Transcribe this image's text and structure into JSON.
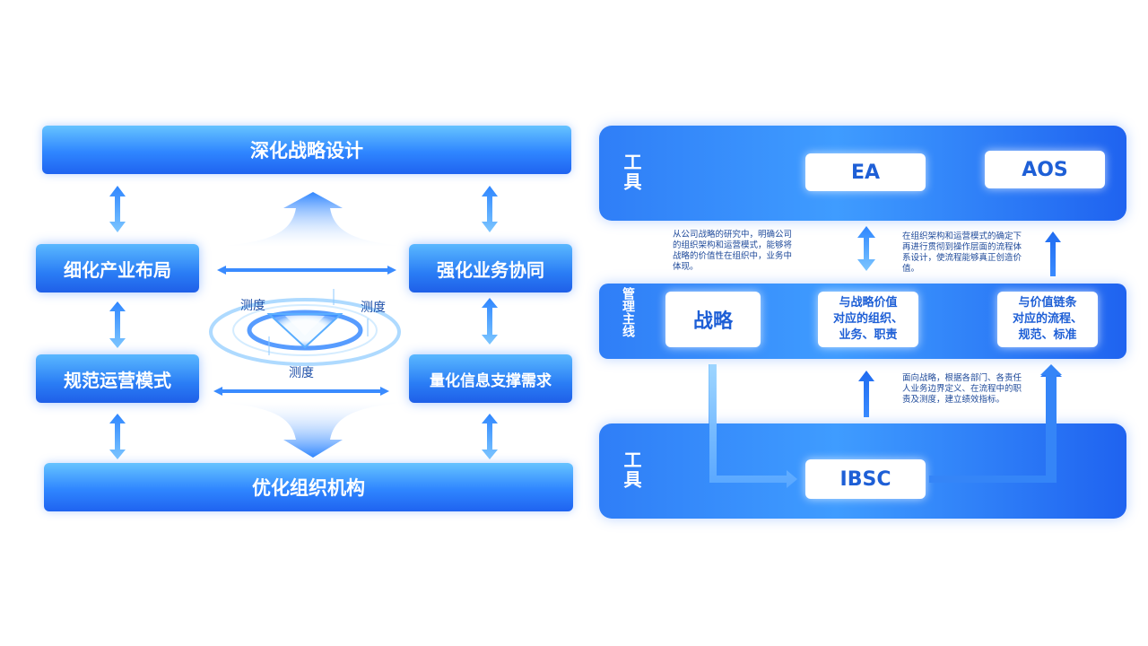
{
  "left": {
    "top_bar": "深化战略设计",
    "bottom_bar": "优化组织机构",
    "box_tl": "细化产业布局",
    "box_tr": "强化业务协同",
    "box_bl": "规范运营模式",
    "box_br": "量化信息支撑需求",
    "measure_labels": [
      "测度",
      "测度",
      "测度"
    ]
  },
  "right": {
    "tools_top_label": "工具",
    "tools_bottom_label": "工具",
    "mgmt_label": "管理主线",
    "ea": "EA",
    "aos": "AOS",
    "ibsc": "IBSC",
    "strategy": "战略",
    "mid_box_line1": "与战略价值",
    "mid_box_line2": "对应的组织、",
    "mid_box_line3": "业务、职责",
    "right_box_line1": "与价值链条",
    "right_box_line2": "对应的流程、",
    "right_box_line3": "规范、标准",
    "note_left": "从公司战略的研究中，明确公司的组织架构和运营模式，能够将战略的价值性在组织中，业务中体现。",
    "note_right": "在组织架构和运营模式的确定下再进行贯彻到操作层面的流程体系设计，使流程能够真正创造价值。",
    "note_bottom": "面向战略，根据各部门、各责任人业务边界定义、在流程中的职责及测度，建立绩效指标。"
  },
  "colors": {
    "accent": "#2f86ff",
    "light": "#66c3ff",
    "text_dark": "#1e4fa8"
  },
  "icons": [
    "double-arrow-vertical-icon",
    "double-arrow-horizontal-icon",
    "arrow-right-icon",
    "arrow-up-icon",
    "spread-arrow-up-icon",
    "spread-arrow-down-icon"
  ]
}
